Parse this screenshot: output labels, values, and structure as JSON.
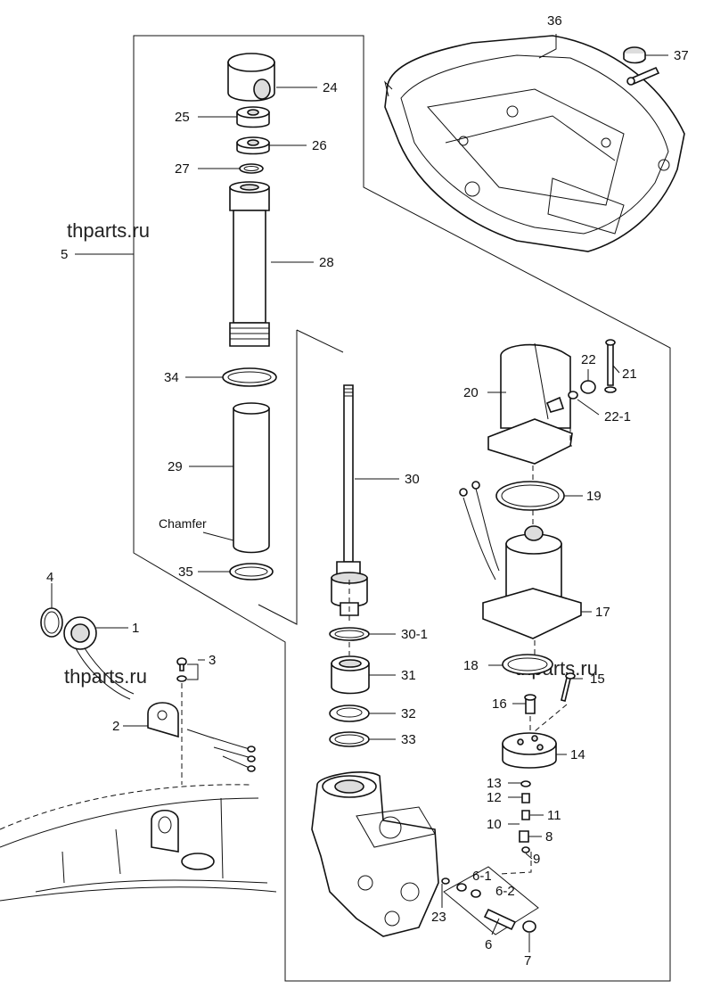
{
  "watermark": "thparts.ru",
  "note_chamfer": "Chamfer",
  "labels": {
    "p1": "1",
    "p2": "2",
    "p3": "3",
    "p4": "4",
    "p5": "5",
    "p6": "6",
    "p6_1": "6-1",
    "p6_2": "6-2",
    "p7": "7",
    "p8": "8",
    "p9": "9",
    "p10": "10",
    "p11": "11",
    "p12": "12",
    "p13": "13",
    "p14": "14",
    "p15": "15",
    "p16": "16",
    "p17": "17",
    "p18": "18",
    "p19": "19",
    "p20": "20",
    "p21": "21",
    "p22": "22",
    "p22_1": "22-1",
    "p23": "23",
    "p24": "24",
    "p25": "25",
    "p26": "26",
    "p27": "27",
    "p28": "28",
    "p29": "29",
    "p30": "30",
    "p30_1": "30-1",
    "p31": "31",
    "p32": "32",
    "p33": "33",
    "p34": "34",
    "p35": "35",
    "p36": "36",
    "p37": "37"
  }
}
